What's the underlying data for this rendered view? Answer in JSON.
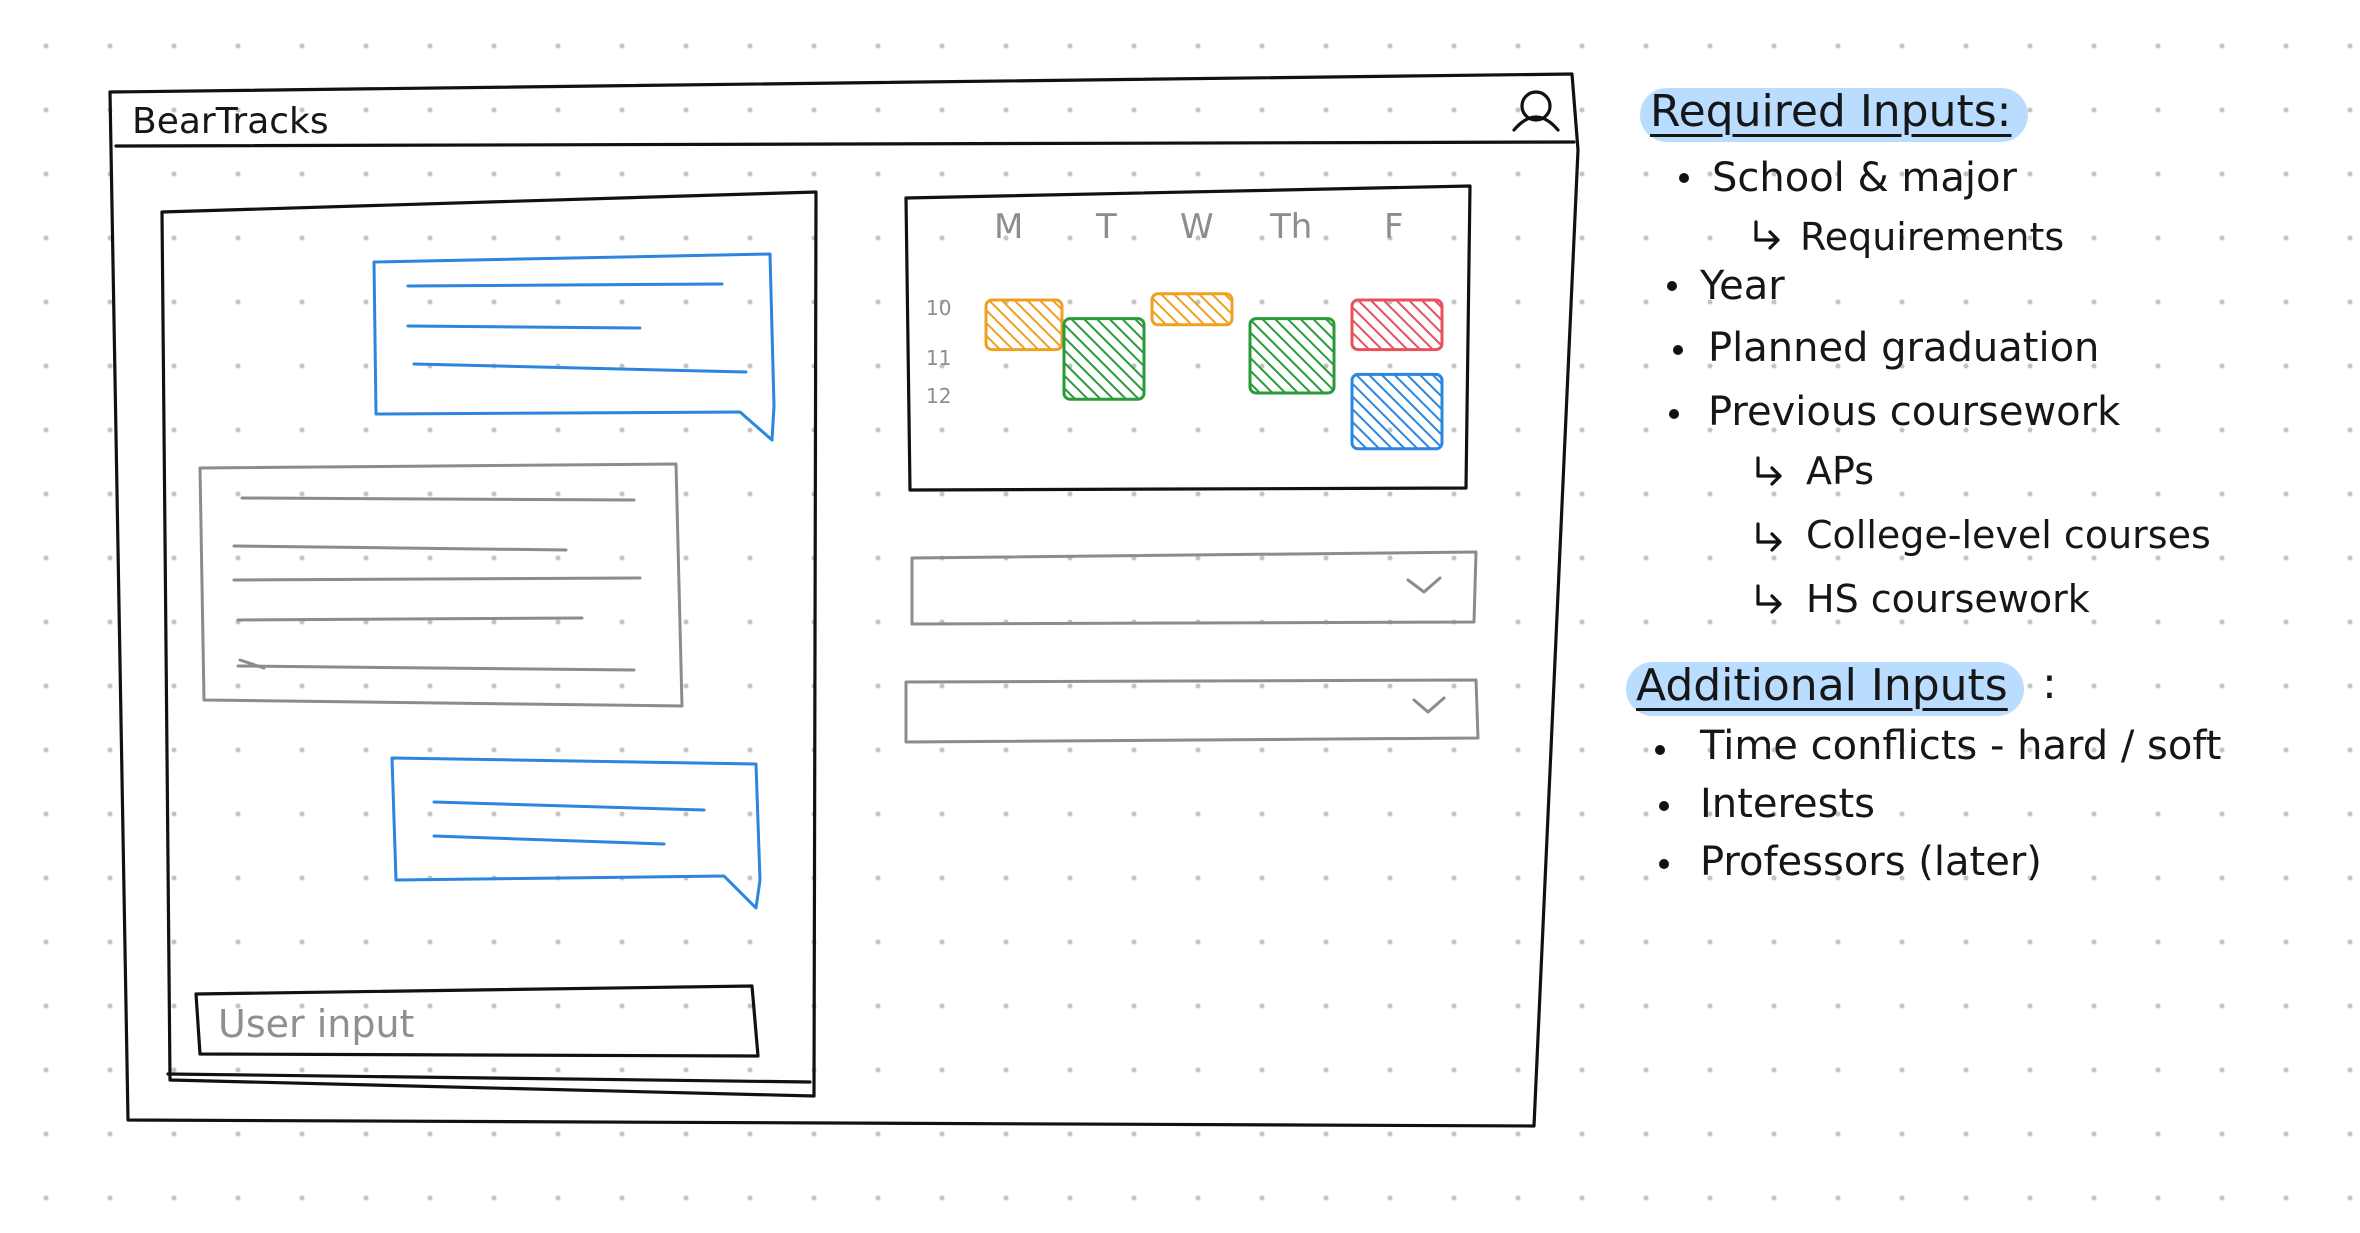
{
  "app": {
    "title": "BearTracks",
    "user_input_placeholder": "User input"
  },
  "calendar": {
    "weekdays": [
      "M",
      "T",
      "W",
      "Th",
      "F"
    ],
    "hours": [
      "10",
      "11",
      "12"
    ],
    "blocks": [
      {
        "day": "M",
        "start": 10.0,
        "end": 10.8,
        "color": "#f0a020"
      },
      {
        "day": "T",
        "start": 10.3,
        "end": 11.6,
        "color": "#2a9a3a"
      },
      {
        "day": "W",
        "start": 9.9,
        "end": 10.4,
        "color": "#f0a020"
      },
      {
        "day": "Th",
        "start": 10.3,
        "end": 11.5,
        "color": "#2a9a3a"
      },
      {
        "day": "F",
        "start": 10.0,
        "end": 10.8,
        "color": "#e8505a"
      },
      {
        "day": "F",
        "start": 11.2,
        "end": 12.4,
        "color": "#2b86e0"
      }
    ]
  },
  "notes": {
    "required": {
      "heading": "Required Inputs:",
      "items": [
        {
          "text": "School & major",
          "subs": [
            "Requirements"
          ]
        },
        {
          "text": "Year",
          "subs": []
        },
        {
          "text": "Planned graduation",
          "subs": []
        },
        {
          "text": "Previous coursework",
          "subs": [
            "APs",
            "College-level courses",
            "HS coursework"
          ]
        }
      ]
    },
    "additional": {
      "heading": "Additional Inputs",
      "colon": ":",
      "items": [
        {
          "text": "Time conflicts - hard / soft"
        },
        {
          "text": "Interests"
        },
        {
          "text": "Professors (later)"
        }
      ]
    }
  },
  "colors": {
    "ink": "#111111",
    "chat_bot": "#2b86e0",
    "chat_user": "#8c8c8c",
    "highlight": "#b9dcff"
  }
}
